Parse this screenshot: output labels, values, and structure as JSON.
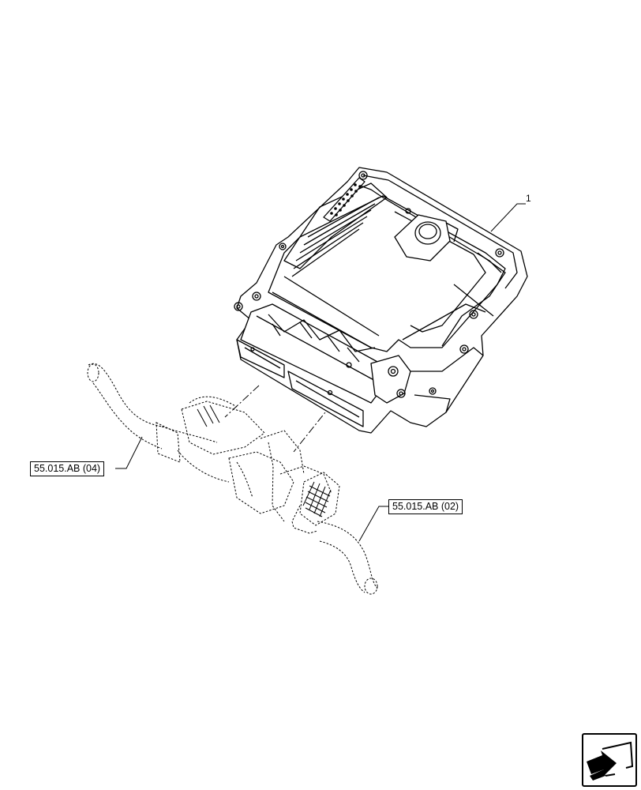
{
  "callouts": {
    "item_number": "1",
    "ref_left": "55.015.AB (04)",
    "ref_right": "55.015.AB (02)"
  },
  "icons": {
    "navigation": "arrow-navigation-icon"
  }
}
